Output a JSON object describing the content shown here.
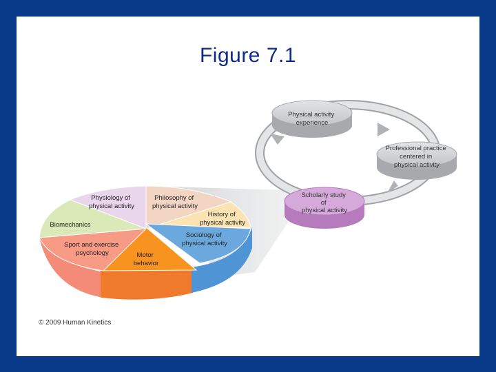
{
  "title": "Figure 7.1",
  "copyright": "© 2009 Human Kinetics",
  "cycle": {
    "top": [
      "Physical activity",
      "experience"
    ],
    "right": [
      "Professional practice",
      "centered in",
      "physical activity"
    ],
    "scholarly": [
      "Scholarly study",
      "of",
      "physical activity"
    ]
  },
  "pie": {
    "physiology": [
      "Physiology of",
      "physical activity"
    ],
    "philosophy": [
      "Philosophy of",
      "physical activity"
    ],
    "history": [
      "History of",
      "physical activity"
    ],
    "sociology": [
      "Sociology of",
      "physical activity"
    ],
    "motor": [
      "Motor",
      "behavior"
    ],
    "sport_psych": [
      "Sport and exercise",
      "psychology"
    ],
    "biomechanics": [
      "Biomechanics"
    ]
  },
  "colors": {
    "background": "#0a3a8a",
    "title": "#102a8c",
    "physiology": "#ead6ec",
    "philosophy": "#f2d5c2",
    "history": "#fbe3b4",
    "sociology": "#6aa8de",
    "motor": "#f7931e",
    "sport_psych": "#f79a86",
    "biomechanics": "#dbe9b8",
    "scholarly": "#d6a9db",
    "gray_node": "#cfd0d3"
  }
}
